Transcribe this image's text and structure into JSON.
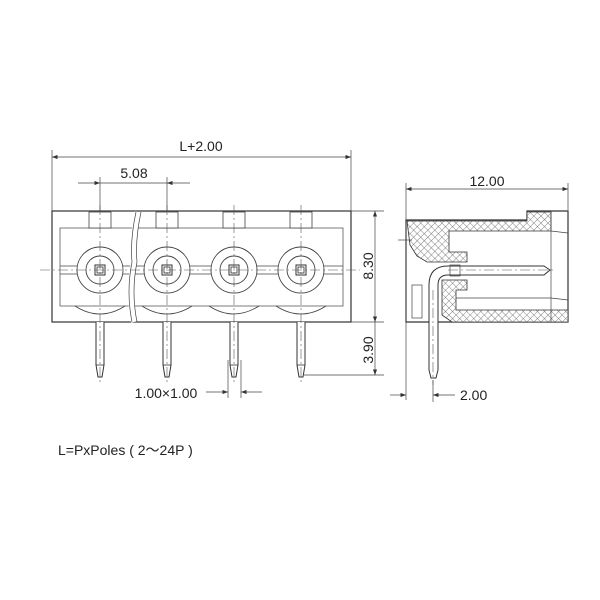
{
  "dimensions": {
    "overall_length": "L+2.00",
    "pitch": "5.08",
    "body_height": "8.30",
    "pin_length": "3.90",
    "pin_section": "1.00×1.00",
    "depth": "12.00",
    "pin_offset": "2.00"
  },
  "note": "L=PxPoles ( 2～24P )",
  "pole_count_shown": 4
}
